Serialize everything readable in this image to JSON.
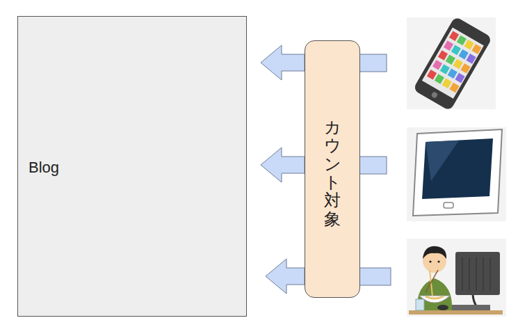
{
  "diagram": {
    "nodes": [
      {
        "text": [
          "Blog"
        ]
      },
      {
        "text": [
          "カウント対象"
        ]
      }
    ],
    "edges": [
      {
        "from": 1,
        "to": 0,
        "arrow": "to"
      },
      {
        "from": 1,
        "to": 0,
        "arrow": "to"
      },
      {
        "from": 1,
        "to": 0,
        "arrow": "to"
      }
    ]
  }
}
